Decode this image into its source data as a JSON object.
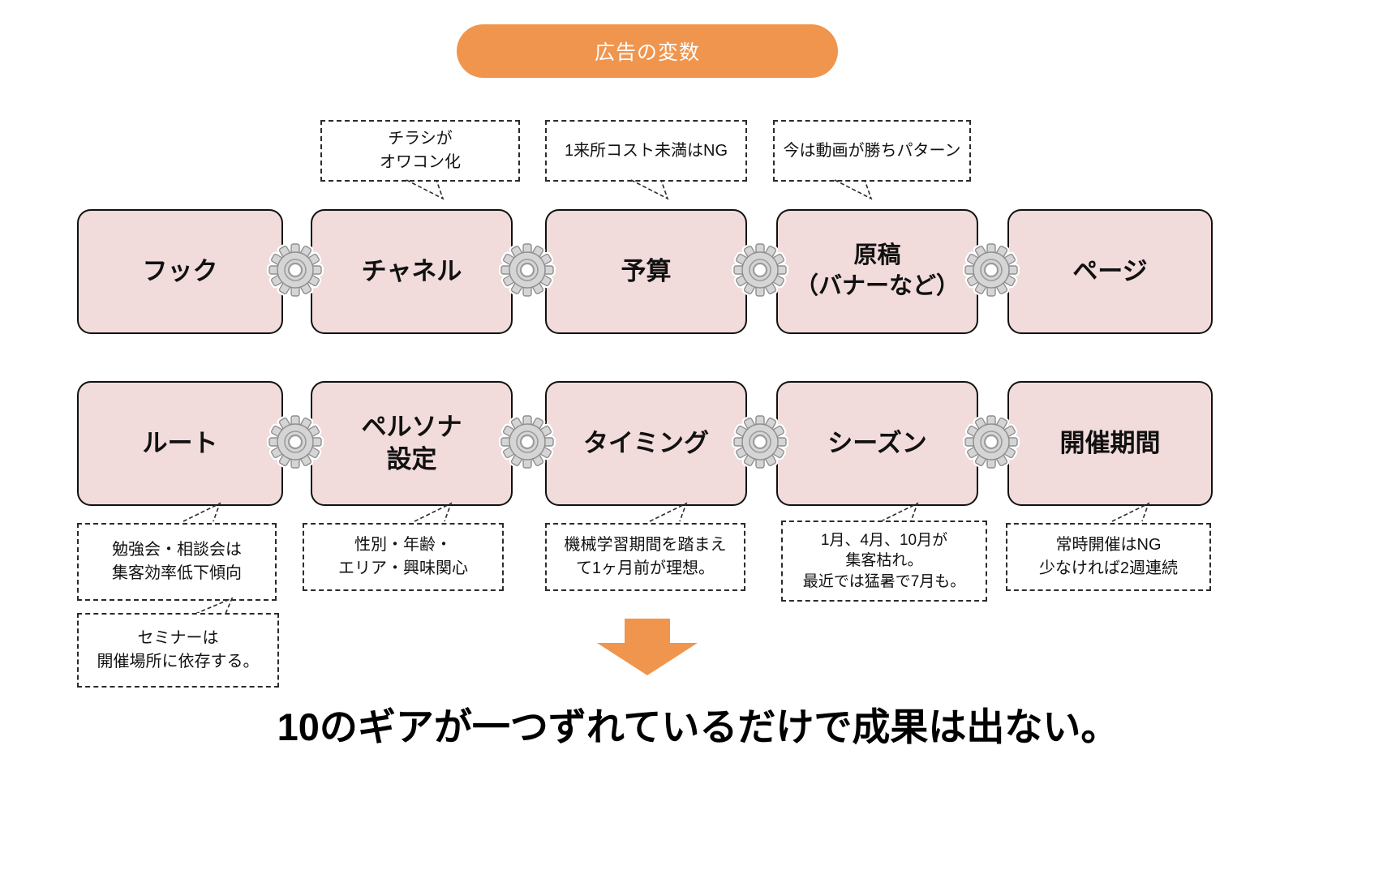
{
  "title_pill": {
    "label": "広告の変数"
  },
  "top_callouts": [
    {
      "text": "チラシが\nオワコン化"
    },
    {
      "text": "1来所コスト未満はNG"
    },
    {
      "text": "今は動画が勝ちパターン"
    }
  ],
  "row1": {
    "boxes": [
      "フック",
      "チャネル",
      "予算",
      "原稿\n（バナーなど）",
      "ページ"
    ]
  },
  "row2": {
    "boxes": [
      "ルート",
      "ペルソナ\n設定",
      "タイミング",
      "シーズン",
      "開催期間"
    ]
  },
  "bottom_callouts": [
    {
      "text": "勉強会・相談会は\n集客効率低下傾向"
    },
    {
      "text": "性別・年齢・\nエリア・興味関心"
    },
    {
      "text": "機械学習期間を踏まえ\nて1ヶ月前が理想。"
    },
    {
      "text": "1月、4月、10月が\n集客枯れ。\n最近では猛暑で7月も。"
    },
    {
      "text": "常時開催はNG\n少なければ2週連続"
    }
  ],
  "secondary_callout": {
    "text": "セミナーは\n開催場所に依存する。"
  },
  "conclusion": "10のギアが一つずれているだけで成果は出ない。",
  "icons": {
    "gear": "gear-icon",
    "arrow": "down-arrow-icon"
  },
  "colors": {
    "accent_orange": "#F0954E",
    "box_pink": "#F1DBDB",
    "box_border": "#111111",
    "gear_gray": "#D5D5D5",
    "gear_stroke": "#8F8F8F",
    "callout_border": "#2B2B2B"
  }
}
